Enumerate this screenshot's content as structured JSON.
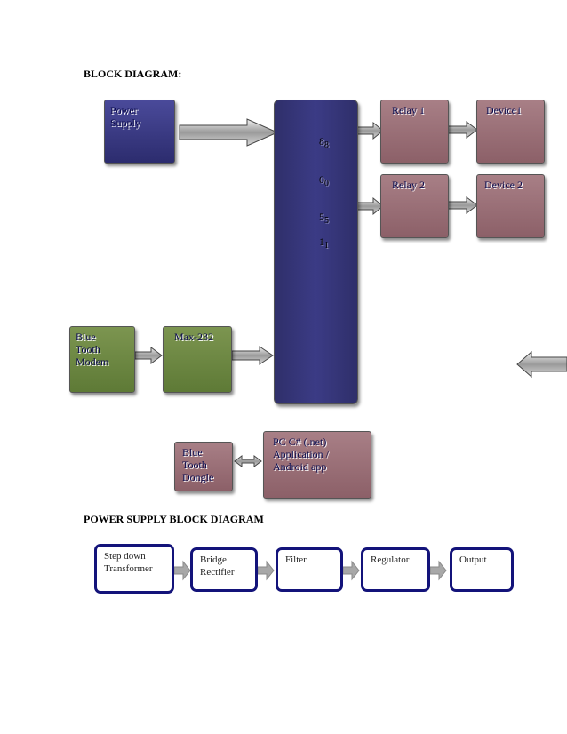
{
  "headings": {
    "block_diagram": "BLOCK DIAGRAM:",
    "power_supply_block_diagram": "POWER SUPPLY BLOCK DIAGRAM"
  },
  "blocks": {
    "power_supply": [
      "Power",
      "Supply"
    ],
    "relay1": [
      "Relay 1"
    ],
    "relay2": [
      "Relay 2"
    ],
    "device1": [
      "Device1"
    ],
    "device2": [
      "Device 2"
    ],
    "bt_modem": [
      "Blue",
      "Tooth",
      "Modem"
    ],
    "max232": [
      "Max-232"
    ],
    "bt_dongle": [
      "Blue",
      "Tooth",
      "Dongle"
    ],
    "pc_app": [
      "PC C# (.net)",
      "Application /",
      "Android app"
    ]
  },
  "mcu": {
    "digits": [
      {
        "main": "8",
        "sub": "8"
      },
      {
        "main": "0",
        "sub": "0"
      },
      {
        "main": "5",
        "sub": "5"
      },
      {
        "main": "1",
        "sub": "1"
      }
    ]
  },
  "power_chain": {
    "steps": [
      [
        "Step down",
        "Transformer"
      ],
      [
        "Bridge",
        "Rectifier"
      ],
      [
        "Filter"
      ],
      [
        "Regulator"
      ],
      [
        "Output"
      ]
    ]
  },
  "colors": {
    "blue_block": "#3a3a85",
    "rose_block": "#9a6f76",
    "olive_block": "#6d873f",
    "chain_border": "#13137a"
  }
}
